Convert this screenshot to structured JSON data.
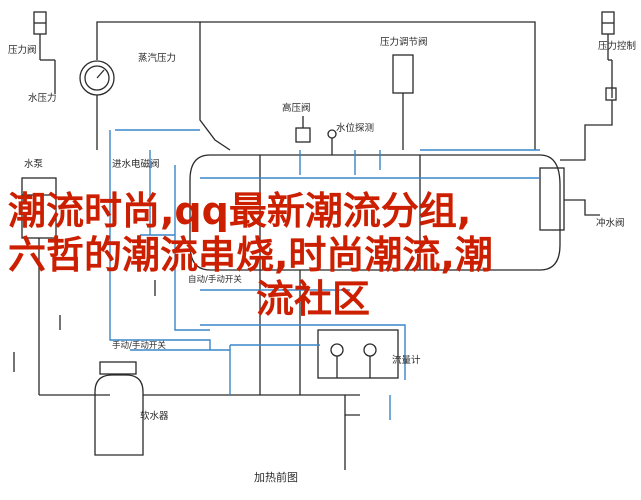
{
  "diagram": {
    "labels": {
      "pressure_valve_left": "压力阀",
      "steam_pressure": "蒸汽压力",
      "water_pressure": "水压力",
      "pressure_control_valve": "压力调节阀",
      "high_pressure_valve": "高压阀",
      "water_level_probe": "水位探测",
      "pressure_control_right": "压力控制",
      "water_pump": "水泵",
      "inlet_solenoid_valve": "进水电磁阀",
      "drain_valve": "冲水阀",
      "auto_manual_switch_1": "自动/手动开关",
      "auto_manual_switch_2": "手动/手动开关",
      "softener": "软水器",
      "flow_meter": "流量计",
      "caption": "加热前图"
    },
    "title_overlay": {
      "line1": "潮流时尚,qq最新潮流分组,",
      "line2": "六哲的潮流串烧,时尚潮流,潮",
      "line3": "流社区"
    }
  },
  "colors": {
    "line": "#2a2a2a",
    "pipe_blue": "#3a86c8",
    "overlay_red": "#cc1f00"
  }
}
